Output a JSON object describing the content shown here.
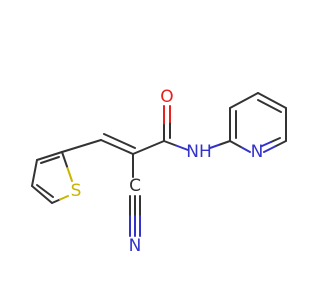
{
  "colors": {
    "carbon": "#333333",
    "nitrogen": "#3333cc",
    "oxygen": "#e8211f",
    "sulfur": "#c9b400",
    "background": "#ffffff"
  },
  "labels": {
    "sulfur": "S",
    "carbonyl_oxygen": "O",
    "amide_nh": "NH",
    "pyridine_n": "N",
    "nitrile_c": "C",
    "nitrile_n": "N"
  }
}
